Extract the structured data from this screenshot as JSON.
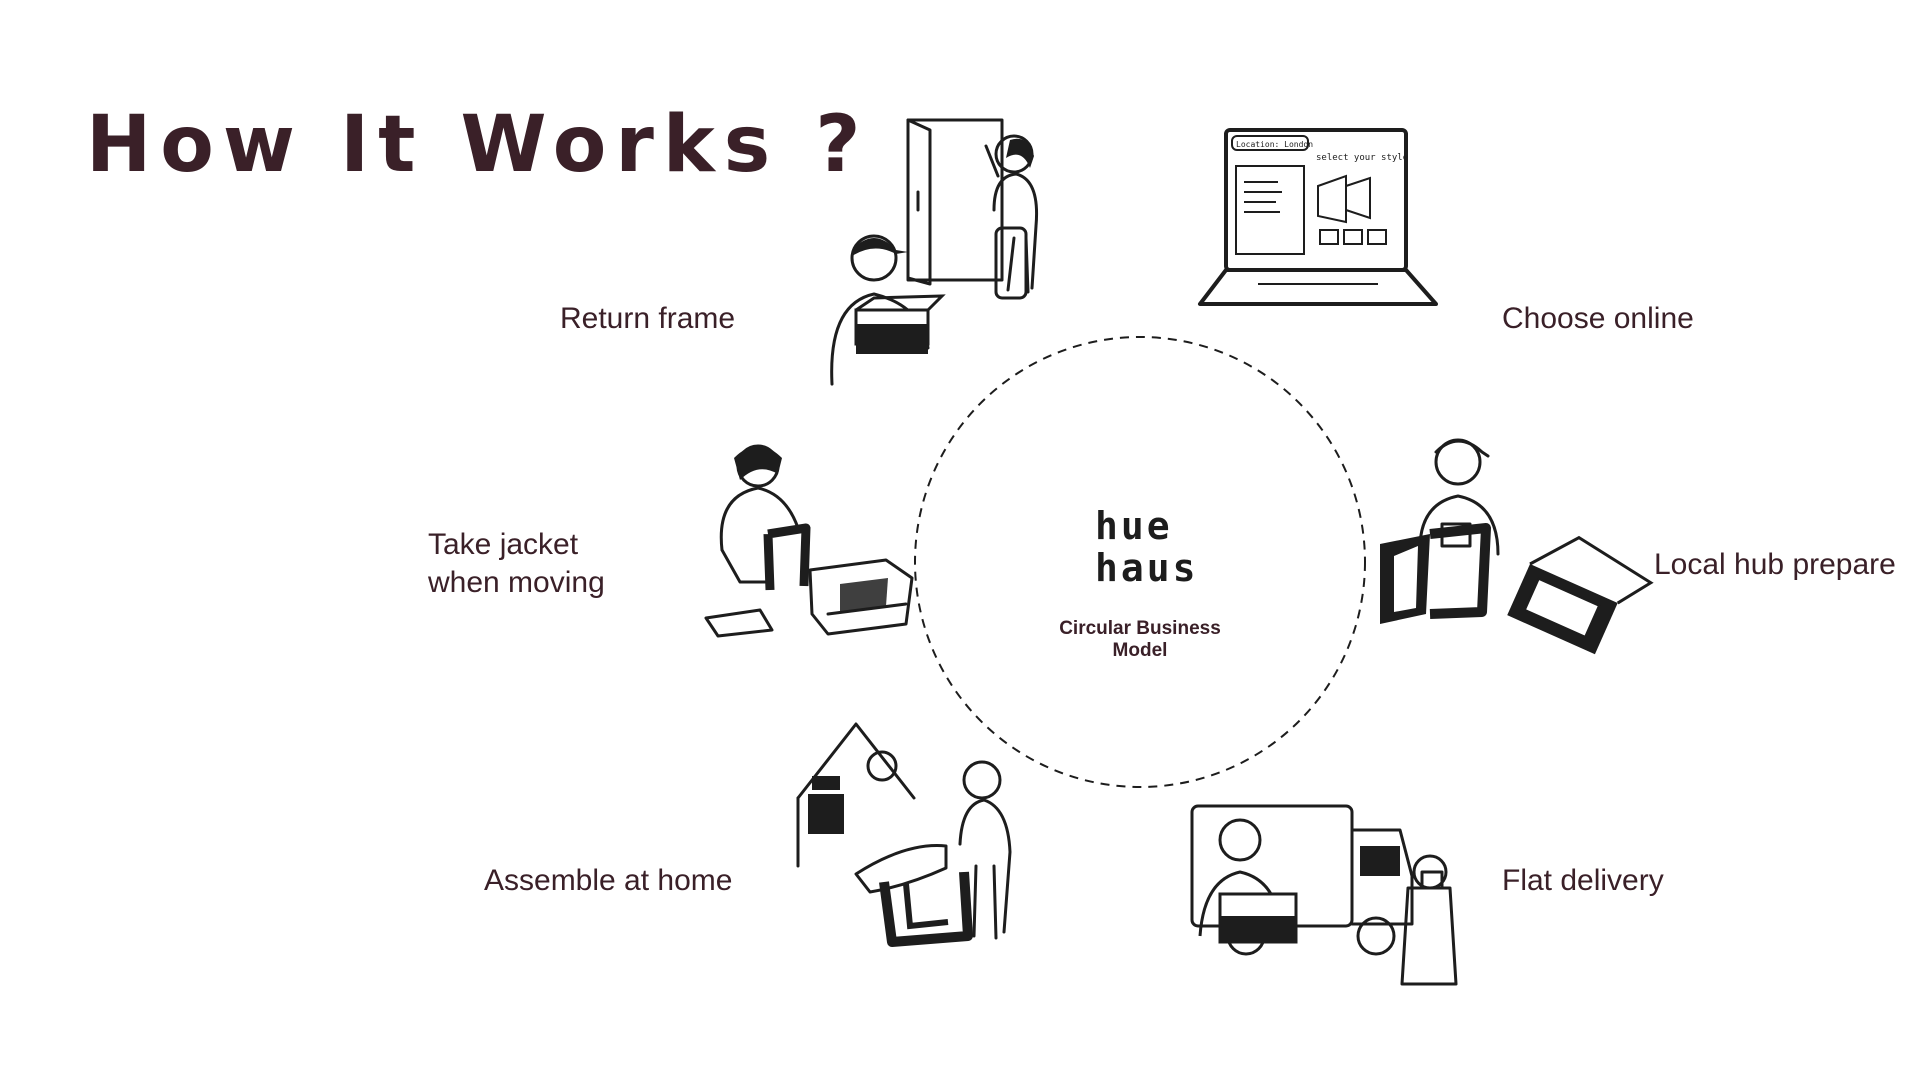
{
  "title": "How It Works ?",
  "center": {
    "brand_line1": "hue",
    "brand_line2": "haus",
    "subtitle": "Circular Business Model"
  },
  "steps": [
    {
      "label": "Choose online",
      "icon": "laptop-icon"
    },
    {
      "label": "Local hub prepare",
      "icon": "worker-with-chair-icon"
    },
    {
      "label": "Flat delivery",
      "icon": "delivery-truck-icon"
    },
    {
      "label": "Assemble at home",
      "icon": "assembling-chair-icon"
    },
    {
      "label": "Take jacket",
      "label_line2": "when moving",
      "icon": "packing-suitcase-icon"
    },
    {
      "label": "Return frame",
      "icon": "returning-box-icon"
    }
  ],
  "laptop_screen": {
    "location": "Location: London",
    "prompt": "select your style"
  },
  "colors": {
    "text": "#3a2028",
    "ink": "#1d1d1d",
    "background": "#ffffff"
  }
}
